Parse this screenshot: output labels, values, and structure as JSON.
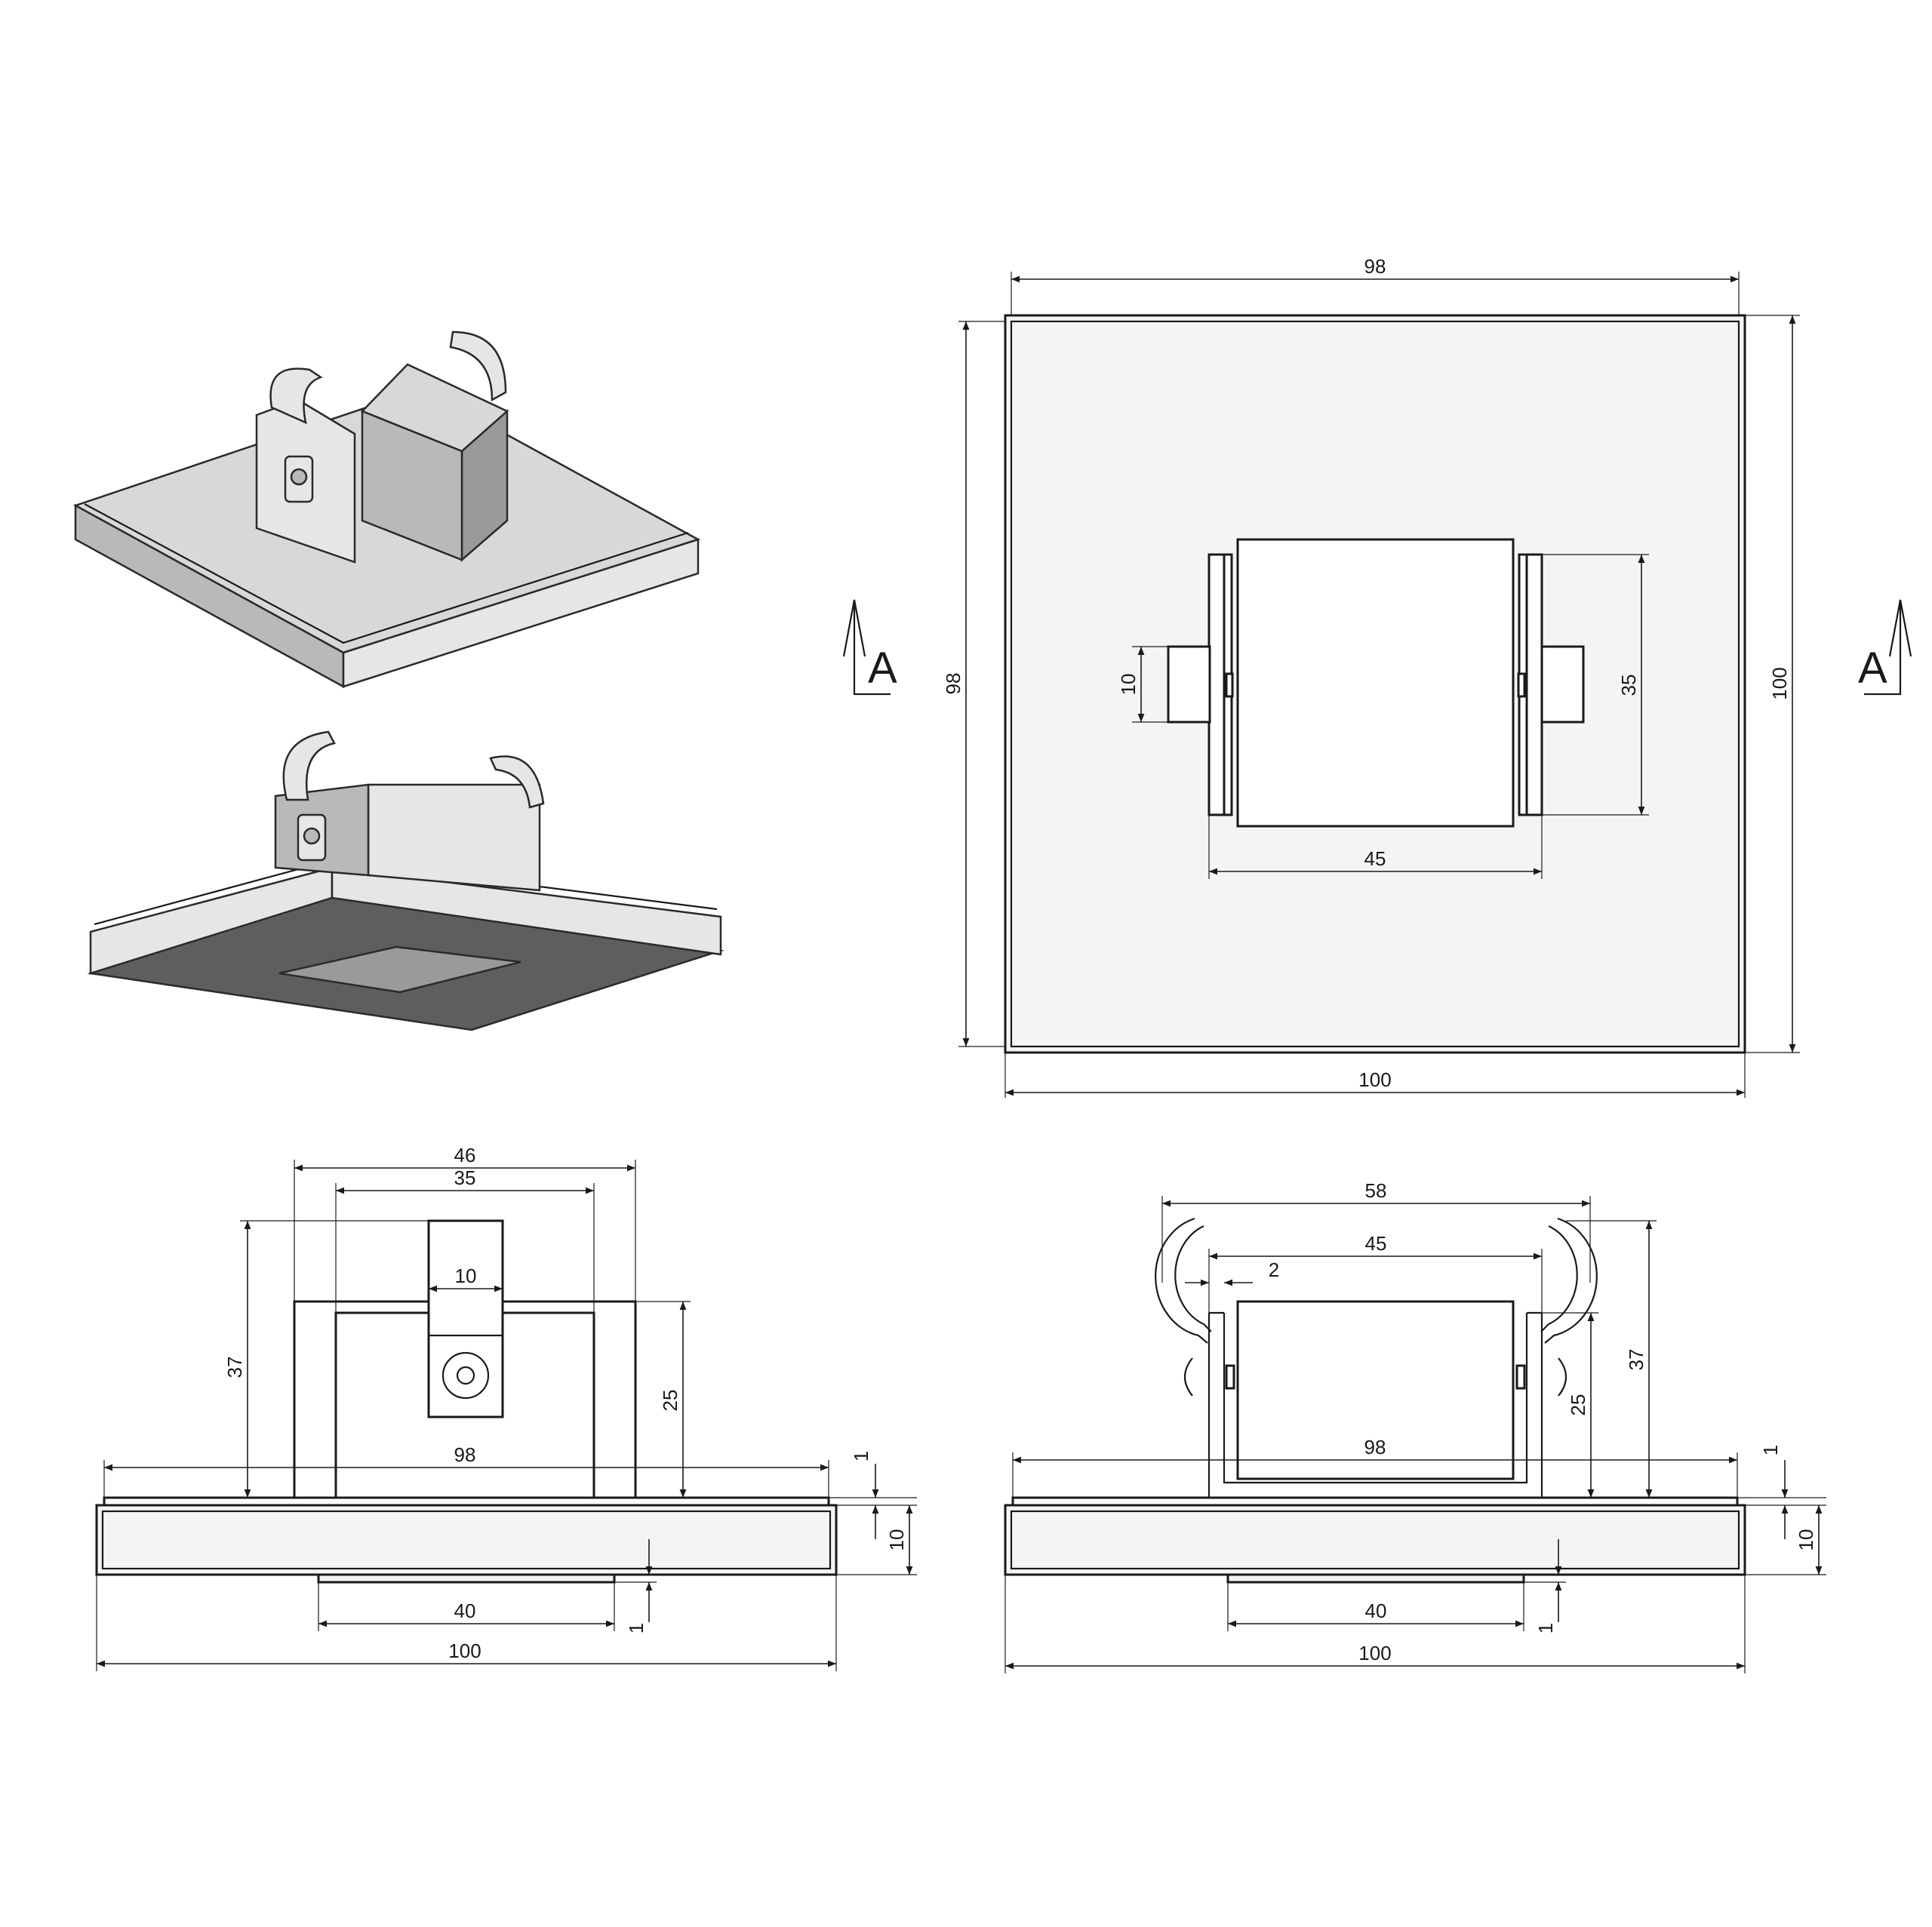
{
  "section_marker": {
    "label": "A"
  },
  "top_view": {
    "width_inner": "98",
    "width_outer": "100",
    "height_inner": "98",
    "height_outer": "100",
    "bracket_span": "45",
    "bracket_height": "35",
    "clip_width": "10"
  },
  "front_view": {
    "bracket_outer": "46",
    "bracket_inner": "35",
    "clip_width": "10",
    "overall_height": "37",
    "bracket_height": "25",
    "plate_inner": "98",
    "plate_outer": "100",
    "recess_width": "40",
    "top_lip": "1",
    "plate_thickness": "10",
    "bottom_lip": "1"
  },
  "side_view": {
    "clip_span": "58",
    "bracket_span": "45",
    "wall_thickness": "2",
    "overall_height": "37",
    "bracket_height": "25",
    "plate_inner": "98",
    "plate_outer": "100",
    "recess_width": "40",
    "top_lip": "1",
    "plate_thickness": "10",
    "bottom_lip": "1"
  }
}
